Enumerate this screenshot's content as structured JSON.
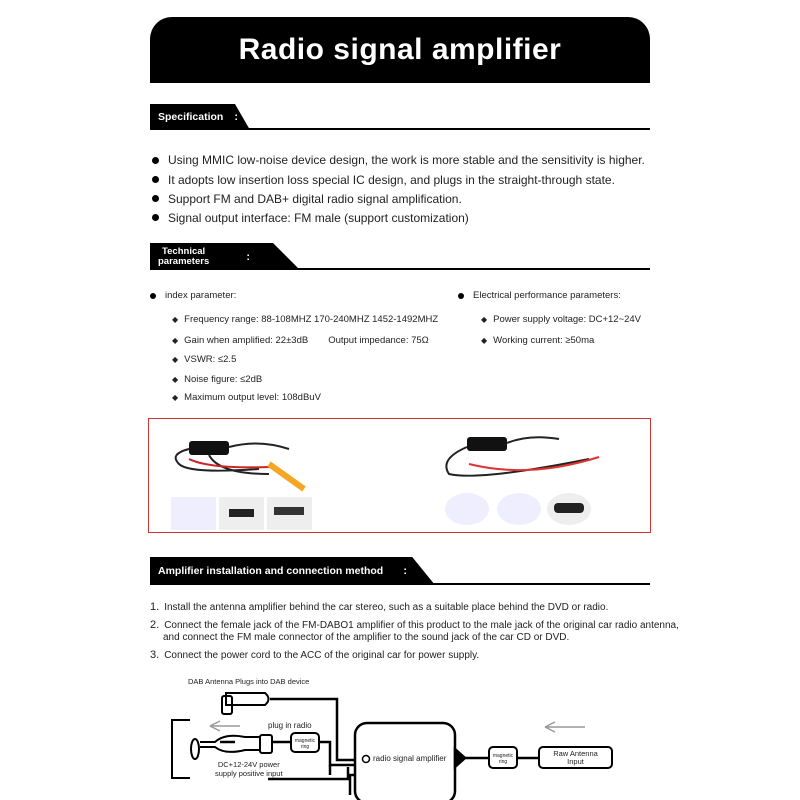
{
  "title": "Radio signal amplifier",
  "sections": {
    "spec": "Specification",
    "tech": "Technical parameters",
    "tech_line1": "Technical",
    "tech_line2": "parameters",
    "install": "Amplifier installation and connection method",
    "dots": ":"
  },
  "spec_bullets": [
    "Using MMIC low-noise device design, the work is more stable and the sensitivity is higher.",
    "It adopts low insertion loss special IC design, and plugs in the straight-through state.",
    "Support FM and DAB+ digital radio signal amplification.",
    "Signal output interface: FM male (support customization)"
  ],
  "params": {
    "left_title": "index parameter:",
    "left": [
      "Frequency range: 88-108MHZ 170-240MHZ 1452-1492MHZ",
      "Gain when amplified: 22±3dB",
      "VSWR: ≤2.5",
      "Noise figure: ≤2dB",
      "Maximum output level: 108dBuV"
    ],
    "impedance": "Output impedance: 75Ω",
    "right_title": "Electrical performance parameters:",
    "right": [
      "Power supply voltage: DC+12~24V",
      "Working current: ≥50ma"
    ]
  },
  "steps": [
    {
      "n": "1.",
      "text": "Install the antenna amplifier behind the car stereo, such as a suitable place behind the DVD or radio."
    },
    {
      "n": "2.",
      "text": "Connect the female jack of the FM-DABO1 amplifier of this product to the male jack of the original car radio antenna, and connect the FM male connector of the amplifier to the sound jack of the car CD or DVD."
    },
    {
      "n": "3.",
      "text": "Connect the power cord to the ACC of the original car for power supply."
    }
  ],
  "diagram": {
    "dab": "DAB Antenna Plugs into DAB device",
    "plug": "plug in radio",
    "ring": "magnetic ring",
    "power1": "DC+12-24V power",
    "power2": "supply positive input",
    "amp": "radio signal amplifier",
    "raw1": "Raw Antenna",
    "raw2": "Input"
  }
}
